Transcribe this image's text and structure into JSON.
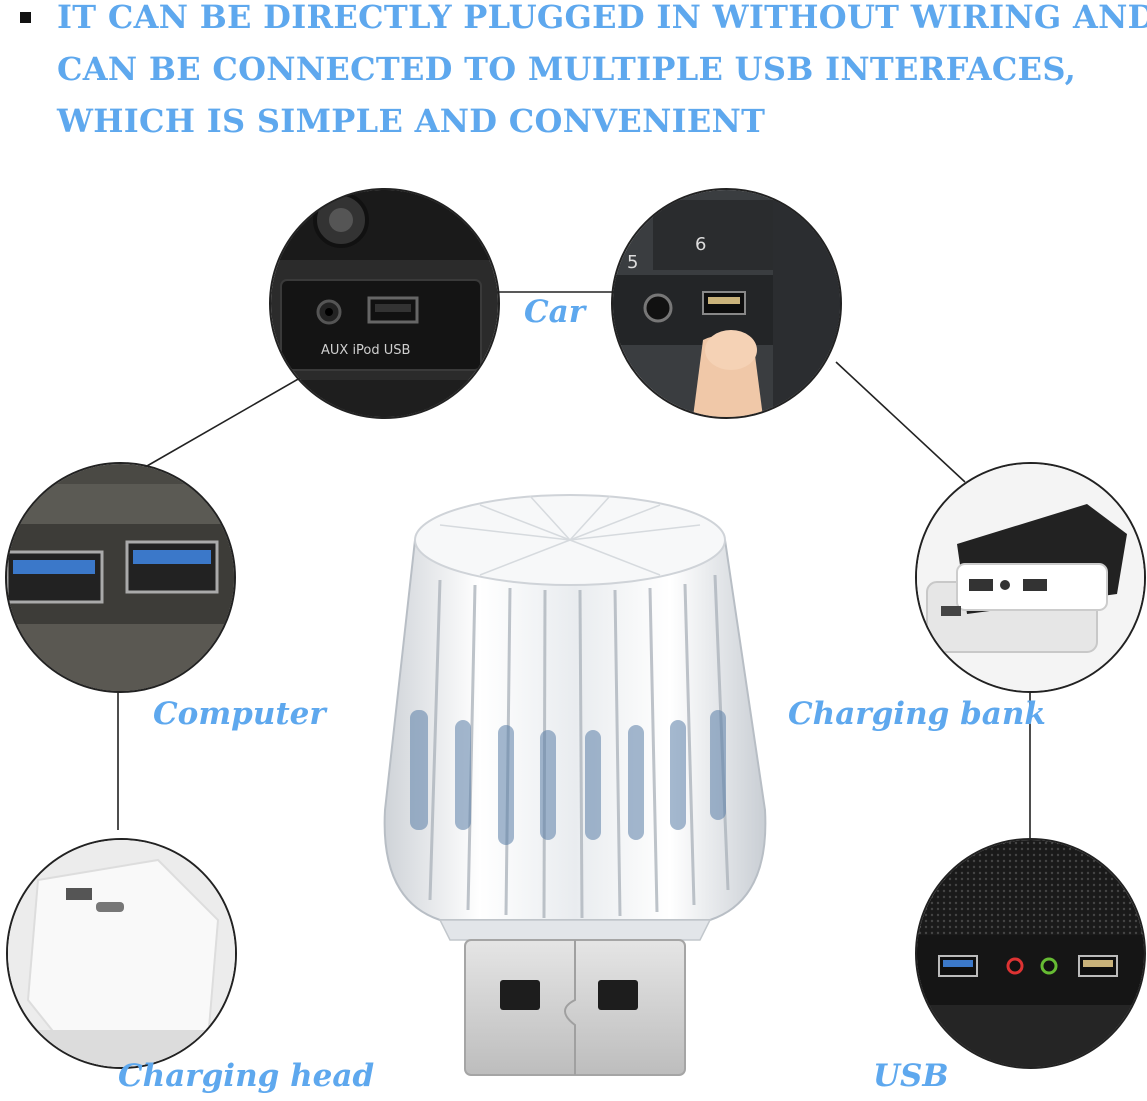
{
  "headline": {
    "lines": [
      "IT CAN BE DIRECTLY PLUGGED IN WITHOUT WIRING AND",
      "CAN BE CONNECTED TO MULTIPLE USB INTERFACES,",
      "WHICH IS SIMPLE AND CONVENIENT"
    ]
  },
  "labels": {
    "car": "Car",
    "computer": "Computer",
    "charging_bank": "Charging bank",
    "charging_head": "Charging head",
    "usb": "USB"
  },
  "car_panel_text": "AUX iPod USB",
  "colors": {
    "accent": "#5ea8ee",
    "line": "#222222"
  },
  "icons": [
    "bullet-square-icon"
  ]
}
